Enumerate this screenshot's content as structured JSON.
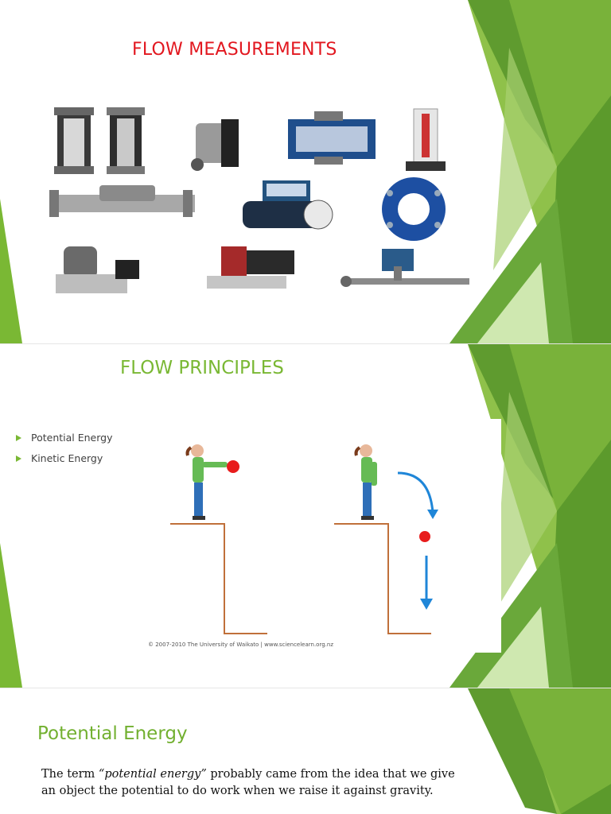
{
  "slide1": {
    "title": "FLOW MEASUREMENTS",
    "devices": [
      "rotameter-icon",
      "variable-area-meter-icon",
      "flow-switch-icon",
      "panel-meter-icon",
      "glass-tube-meter-icon",
      "turbine-meter-icon",
      "magnetic-flowmeter-icon",
      "orifice-flange-icon",
      "mass-flow-controller-icon",
      "digital-mass-flow-meter-icon",
      "insertion-meter-icon"
    ]
  },
  "slide2": {
    "title": "FLOW PRINCIPLES",
    "bullets": [
      "Potential Energy",
      "Kinetic Energy"
    ],
    "credit": "© 2007-2010 The University of Waikato | www.sciencelearn.org.nz"
  },
  "slide3": {
    "title": "Potential Energy",
    "para_prefix": "The term ",
    "para_italic": "“potential energy”",
    "para_rest": " probably came from the idea that we give an object the potential to do work when we raise it against gravity."
  },
  "colors": {
    "accent_red": "#e2171f",
    "accent_green": "#7ab834",
    "deco_dark": "#5a9a2a",
    "deco_light": "#c6e3a0"
  }
}
